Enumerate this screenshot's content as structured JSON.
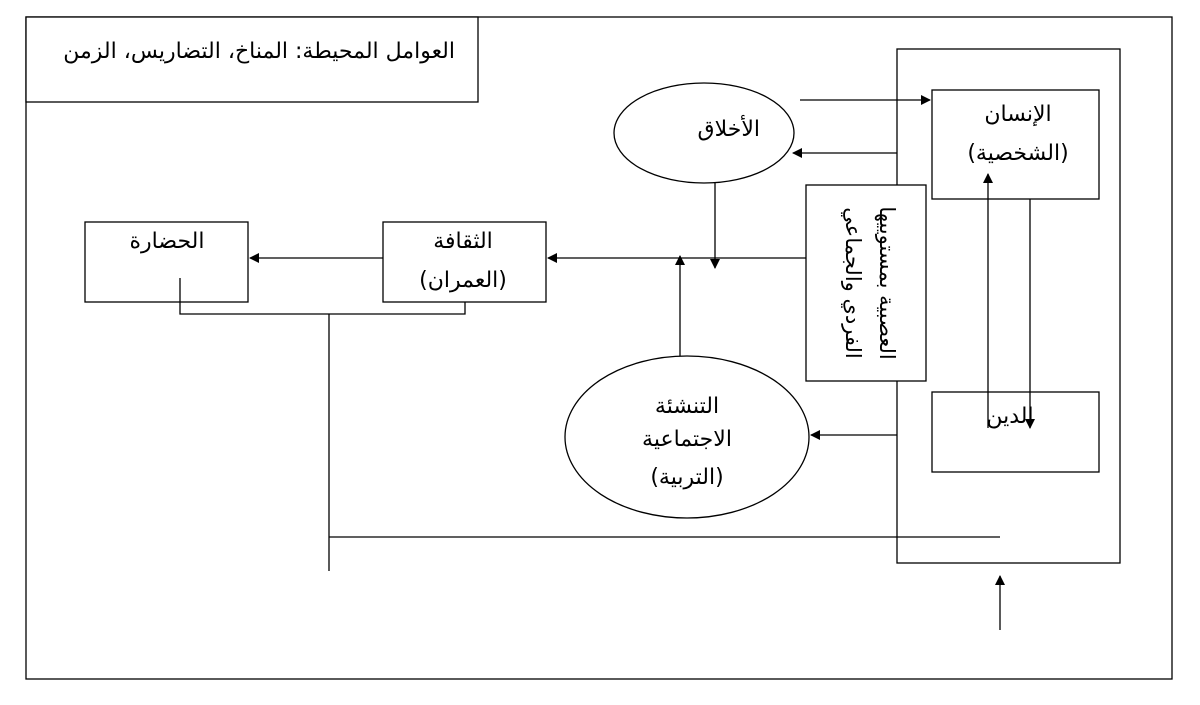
{
  "environment": {
    "label": "العوامل المحيطة: المناخ، التضاريس، الزمن"
  },
  "ethics": {
    "label": "الأخلاق"
  },
  "human": {
    "line1": "الإنسان",
    "line2": "(الشخصية)"
  },
  "nervousness": {
    "line1": "العصبية بمستوييها",
    "line2": "الفردي والجماعي"
  },
  "culture": {
    "line1": "الثقافة",
    "line2": "(العمران)"
  },
  "civilization": {
    "label": "الحضارة"
  },
  "religion": {
    "label": "الدين"
  },
  "socialization": {
    "line1": "التنشئة",
    "line2": "الاجتماعية",
    "line3": "(التربية)"
  }
}
